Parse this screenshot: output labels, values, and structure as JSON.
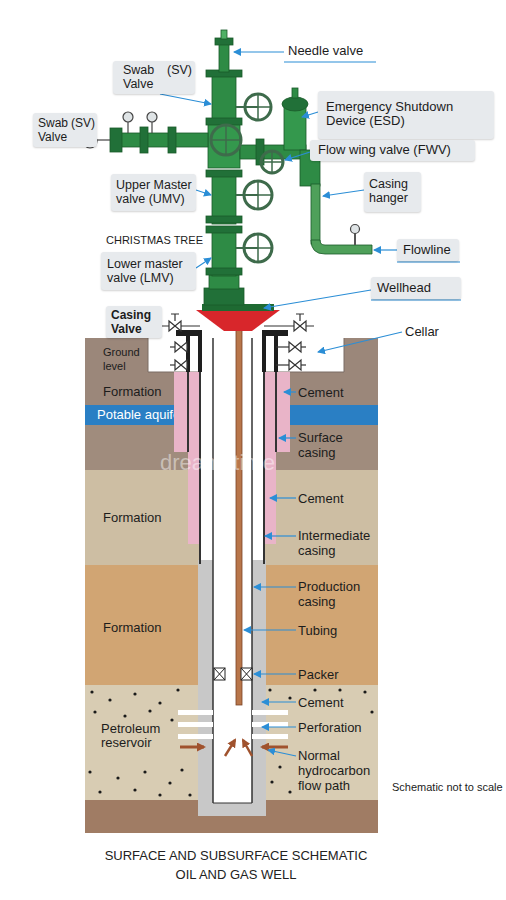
{
  "diagram": {
    "caption": "SURFACE AND SUBSURFACE SCHEMATIC OIL AND GAS WELL",
    "nodes": [
      {
        "text": [
          "Swab Valve",
          "(SV)"
        ]
      },
      {
        "text": [
          "Emergency Shutdown Device (ESD)"
        ]
      },
      {
        "text": [
          "Swab Valve",
          "(SV)"
        ]
      },
      {
        "text": [
          "Flow wing valve (FWV)"
        ]
      },
      {
        "text": [
          "Upper Master valve (UMV)"
        ]
      },
      {
        "text": [
          "Casing hanger"
        ]
      },
      {
        "text": [
          "Flowline"
        ]
      },
      {
        "text": [
          "Lower master valve (LMV)"
        ]
      },
      {
        "text": [
          "Wellhead"
        ]
      },
      {
        "text": [
          "Casing Valve"
        ]
      },
      {
        "text": [
          "Formation"
        ]
      },
      {
        "text": [
          "Potable aquifer"
        ]
      },
      {
        "text": [
          "Formation"
        ]
      },
      {
        "text": [
          "Formation"
        ]
      },
      {
        "text": [
          "Petroleum reservoir"
        ]
      }
    ],
    "labels": [
      "Needle valve",
      "CHRISTMAS TREE",
      "Cellar",
      "Ground level",
      "Cement",
      "Surface casing",
      "dreamstime",
      "Cement",
      "Intermediate casing",
      "Production casing",
      "Tubing",
      "Packer",
      "Cement",
      "Perforation",
      "Normal hydrocarbon flow path",
      "Schematic not to scale"
    ]
  }
}
